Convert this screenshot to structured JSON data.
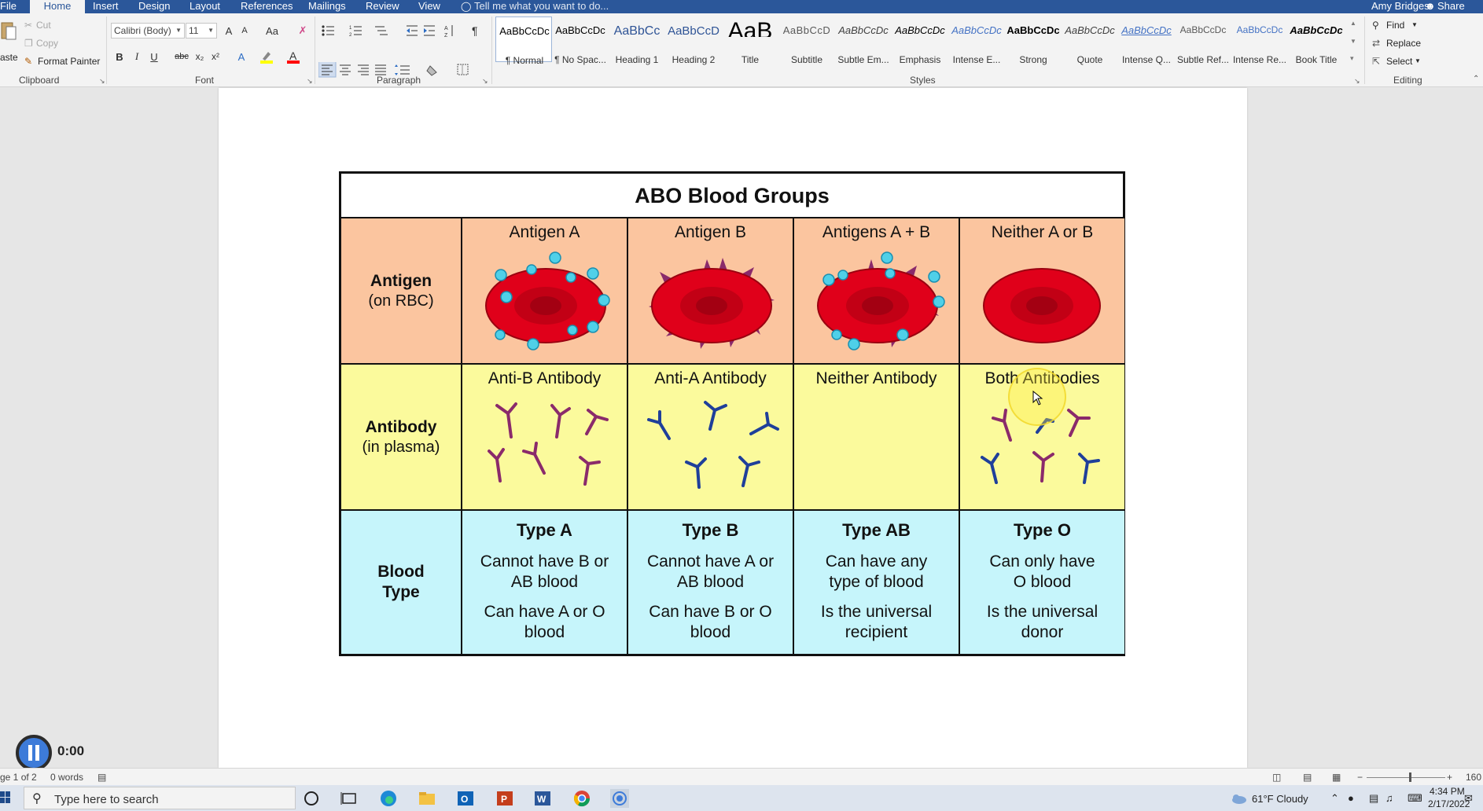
{
  "tabs": {
    "file": "File",
    "home": "Home",
    "insert": "Insert",
    "design": "Design",
    "layout": "Layout",
    "references": "References",
    "mailings": "Mailings",
    "review": "Review",
    "view": "View",
    "tell_me": "Tell me what you want to do...",
    "user": "Amy Bridges",
    "share": "Share"
  },
  "clipboard": {
    "paste": "aste",
    "cut": "Cut",
    "copy": "Copy",
    "format_painter": "Format Painter",
    "label": "Clipboard"
  },
  "font": {
    "name": "Calibri (Body)",
    "size": "11",
    "label": "Font",
    "bold": "B",
    "italic": "I",
    "underline": "U",
    "strike": "abc",
    "subscript": "x₂",
    "superscript": "x²",
    "grow": "A",
    "shrink": "A",
    "case": "Aa",
    "color_accent": "#ff0000",
    "highlight_accent": "#ffff00"
  },
  "paragraph": {
    "label": "Paragraph"
  },
  "styles": {
    "label": "Styles",
    "items": [
      {
        "sample": "AaBbCcDc",
        "name": "¶ Normal",
        "color": "#000000"
      },
      {
        "sample": "AaBbCcDc",
        "name": "¶ No Spac...",
        "color": "#000000"
      },
      {
        "sample": "AaBbCc",
        "name": "Heading 1",
        "color": "#2f5496"
      },
      {
        "sample": "AaBbCcD",
        "name": "Heading 2",
        "color": "#2f5496"
      },
      {
        "sample": "AaB",
        "name": "Title",
        "color": "#000000"
      },
      {
        "sample": "AaBbCcD",
        "name": "Subtitle",
        "color": "#595959"
      },
      {
        "sample": "AaBbCcDc",
        "name": "Subtle Em...",
        "color": "#404040"
      },
      {
        "sample": "AaBbCcDc",
        "name": "Emphasis",
        "color": "#000000"
      },
      {
        "sample": "AaBbCcDc",
        "name": "Intense E...",
        "color": "#4472c4"
      },
      {
        "sample": "AaBbCcDc",
        "name": "Strong",
        "color": "#000000"
      },
      {
        "sample": "AaBbCcDc",
        "name": "Quote",
        "color": "#404040"
      },
      {
        "sample": "AaBbCcDc",
        "name": "Intense Q...",
        "color": "#4472c4"
      },
      {
        "sample": "AaBbCcDc",
        "name": "Subtle Ref...",
        "color": "#595959"
      },
      {
        "sample": "AaBbCcDc",
        "name": "Intense Re...",
        "color": "#4472c4"
      },
      {
        "sample": "AaBbCcDc",
        "name": "Book Title",
        "color": "#000000"
      }
    ]
  },
  "editing": {
    "find": "Find",
    "replace": "Replace",
    "select": "Select",
    "label": "Editing"
  },
  "figure": {
    "title": "ABO Blood Groups",
    "rows": {
      "antigen": {
        "main": "Antigen",
        "sub": "(on RBC)"
      },
      "antibody": {
        "main": "Antibody",
        "sub": "(in plasma)"
      },
      "blood_type": {
        "main1": "Blood",
        "main2": "Type"
      }
    },
    "columns": [
      {
        "antigen": "Antigen A",
        "antibody": "Anti-B Antibody",
        "type": "Type A",
        "line1a": "Cannot have B or",
        "line1b": "AB blood",
        "line2a": "Can have A or O",
        "line2b": "blood"
      },
      {
        "antigen": "Antigen B",
        "antibody": "Anti-A Antibody",
        "type": "Type B",
        "line1a": "Cannot have A or",
        "line1b": "AB blood",
        "line2a": "Can have B or O",
        "line2b": "blood"
      },
      {
        "antigen": "Antigens A + B",
        "antibody": "Neither Antibody",
        "type": "Type AB",
        "line1a": "Can have any",
        "line1b": "type of blood",
        "line2a": "Is the universal",
        "line2b": "recipient"
      },
      {
        "antigen": "Neither A or B",
        "antibody": "Both Antibodies",
        "type": "Type O",
        "line1a": "Can only have",
        "line1b": "O blood",
        "line2a": "Is the universal",
        "line2b": "donor"
      }
    ],
    "colors": {
      "antigen_row": "#fbc59f",
      "antibody_row": "#fbfa9c",
      "type_row": "#c6f5fb",
      "rbc": "#e0001a",
      "antigen_a": "#4fd0e8",
      "antigen_b": "#8a2a6b",
      "anti_b_antibody": "#8a2a6b",
      "anti_a_antibody": "#1f3f9a"
    }
  },
  "player": {
    "time": "0:00"
  },
  "status": {
    "page": "ge 1 of 2",
    "words": "0 words",
    "zoom": "160"
  },
  "taskbar": {
    "search": "Type here to search",
    "weather": "61°F  Cloudy",
    "time": "4:34 PM",
    "date": "2/17/2022"
  }
}
